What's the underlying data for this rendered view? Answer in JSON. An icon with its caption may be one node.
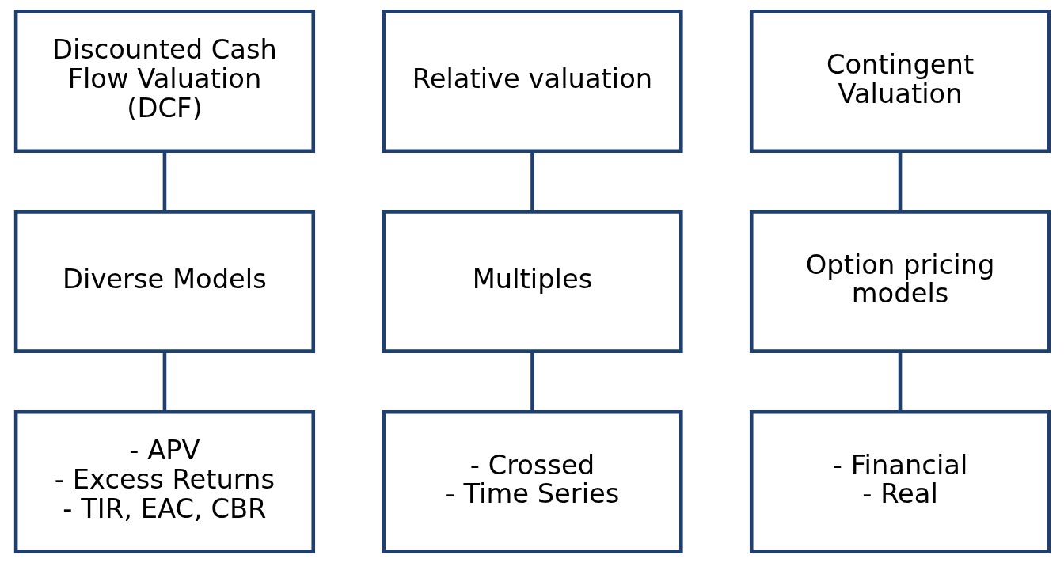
{
  "diagram": {
    "nodes": [
      {
        "text": [
          "Discounted Cash Flow Valuation (DCF)"
        ]
      },
      {
        "text": [
          "Relative valuation"
        ]
      },
      {
        "text": [
          "Contingent Valuation"
        ]
      },
      {
        "text": [
          "Diverse Models"
        ]
      },
      {
        "text": [
          "Multiples"
        ]
      },
      {
        "text": [
          "Option pricing models"
        ]
      },
      {
        "text": [
          "- APV",
          "- Excess Returns",
          "- TIR, EAC, CBR"
        ]
      },
      {
        "text": [
          "- Crossed",
          "- Time Series"
        ]
      },
      {
        "text": [
          "- Financial",
          "- Real"
        ]
      }
    ],
    "edges": [
      {
        "from": 0,
        "to": 3,
        "arrow": "none"
      },
      {
        "from": 1,
        "to": 4,
        "arrow": "none"
      },
      {
        "from": 2,
        "to": 5,
        "arrow": "none"
      },
      {
        "from": 3,
        "to": 6,
        "arrow": "none"
      },
      {
        "from": 4,
        "to": 7,
        "arrow": "none"
      },
      {
        "from": 5,
        "to": 8,
        "arrow": "none"
      }
    ]
  }
}
